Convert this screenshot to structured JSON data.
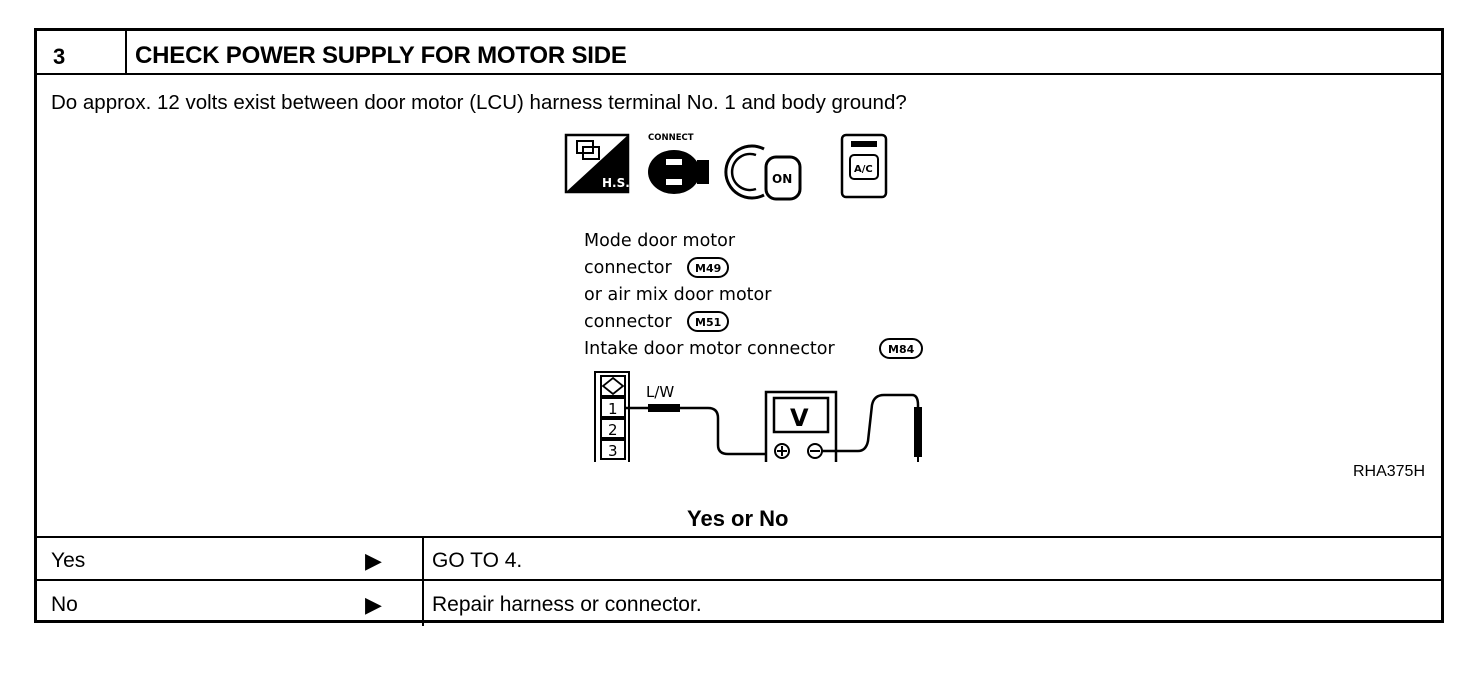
{
  "step": {
    "number": "3",
    "title": "CHECK POWER SUPPLY FOR MOTOR SIDE"
  },
  "question": "Do approx. 12 volts exist between door motor (LCU) harness terminal No. 1 and body ground?",
  "diagram": {
    "icons": {
      "hs_label": "H.S.",
      "connect_label": "CONNECT",
      "key_label": "ON",
      "ac_label": "A/C"
    },
    "connector_lines": [
      {
        "text": "Mode door motor",
        "badge": ""
      },
      {
        "text": "connector",
        "badge": "M49"
      },
      {
        "text": "or air mix door motor",
        "badge": ""
      },
      {
        "text": "connector",
        "badge": "M51"
      },
      {
        "text": "Intake door motor connector",
        "badge": "M84"
      }
    ],
    "wire_label": "L/W",
    "terminals": [
      "1",
      "2",
      "3"
    ],
    "meter_label": "V",
    "code": "RHA375H"
  },
  "answer_prompt": "Yes or No",
  "answers": [
    {
      "label": "Yes",
      "action": "GO TO 4."
    },
    {
      "label": "No",
      "action": "Repair harness or connector."
    }
  ]
}
